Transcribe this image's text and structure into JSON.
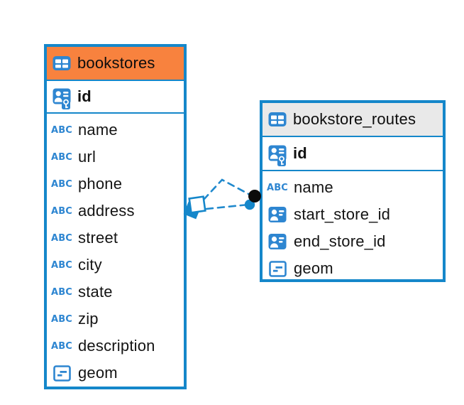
{
  "colors": {
    "table_border": "#1587CA",
    "icon_blue": "#2E86D1",
    "selected_header_orange": "#F8823E",
    "header_gray": "#E9E9E9",
    "connector_blue": "#2089CD",
    "text": "#111111"
  },
  "diagram": {
    "tables": [
      {
        "name": "bookstores",
        "header_icon": "table-icon",
        "selected": true,
        "primary_key": {
          "name": "id",
          "icon": "primary-key-icon"
        },
        "columns": [
          {
            "name": "name",
            "icon": "text-type-icon"
          },
          {
            "name": "url",
            "icon": "text-type-icon"
          },
          {
            "name": "phone",
            "icon": "text-type-icon"
          },
          {
            "name": "address",
            "icon": "text-type-icon"
          },
          {
            "name": "street",
            "icon": "text-type-icon"
          },
          {
            "name": "city",
            "icon": "text-type-icon"
          },
          {
            "name": "state",
            "icon": "text-type-icon"
          },
          {
            "name": "zip",
            "icon": "text-type-icon"
          },
          {
            "name": "description",
            "icon": "text-type-icon"
          },
          {
            "name": "geom",
            "icon": "geometry-type-icon"
          }
        ]
      },
      {
        "name": "bookstore_routes",
        "header_icon": "table-icon",
        "selected": false,
        "primary_key": {
          "name": "id",
          "icon": "primary-key-icon"
        },
        "columns": [
          {
            "name": "name",
            "icon": "text-type-icon"
          },
          {
            "name": "start_store_id",
            "icon": "reference-key-icon"
          },
          {
            "name": "end_store_id",
            "icon": "reference-key-icon"
          },
          {
            "name": "geom",
            "icon": "geometry-type-icon"
          }
        ]
      }
    ],
    "connectors": [
      {
        "style": "dashed",
        "from_table": "bookstores",
        "to_table": "bookstore_routes"
      },
      {
        "style": "dashed",
        "from_table": "bookstores",
        "to_table": "bookstore_routes"
      }
    ]
  }
}
